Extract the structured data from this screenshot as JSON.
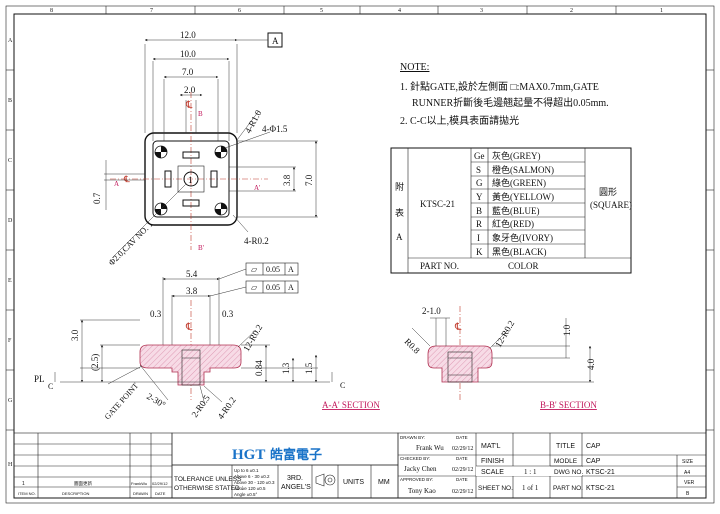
{
  "border": {
    "columns": [
      "1",
      "2",
      "3",
      "4",
      "5",
      "6",
      "7",
      "8"
    ],
    "rows": [
      "A",
      "B",
      "C",
      "D",
      "E",
      "F",
      "G",
      "H"
    ]
  },
  "notes": {
    "heading": "NOTE:",
    "line1": "1. 針點GATE,設於左側面 □:MAX0.7mm,GATE",
    "line2": "RUNNER折斷後毛邊翹起量不得超出0.05mm.",
    "line3": "2. C-C以上,模具表面請拋光"
  },
  "color_table": {
    "side_label": [
      "附",
      "表",
      "A"
    ],
    "model": "KTSC-21",
    "shape": [
      "圓形",
      "(SQUARE)"
    ],
    "rows": [
      {
        "code": "Ge",
        "color": "灰色(GREY)"
      },
      {
        "code": "S",
        "color": "橙色(SALMON)"
      },
      {
        "code": "G",
        "color": "綠色(GREEN)"
      },
      {
        "code": "Y",
        "color": "黃色(YELLOW)"
      },
      {
        "code": "B",
        "color": "藍色(BLUE)"
      },
      {
        "code": "R",
        "color": "紅色(RED)"
      },
      {
        "code": "I",
        "color": "象牙色(IVORY)"
      },
      {
        "code": "K",
        "color": "黑色(BLACK)"
      }
    ],
    "footer_part": "PART NO.",
    "footer_color": "COLOR"
  },
  "top_view": {
    "dim_12": "12.0",
    "dim_10": "10.0",
    "dim_7": "7.0",
    "dim_2": "2.0",
    "dim_right_7": "7.0",
    "dim_right_38": "3.8",
    "dim_left_07": "0.7",
    "datum": "A",
    "r10": "4-R1.0",
    "phi15": "4-Φ1.5",
    "r02": "4-R0.2",
    "cav": "Φ2.0,CAV NO. 1",
    "cav_number": "1",
    "section_a": "A",
    "section_a2": "A'",
    "section_b": "B",
    "section_b2": "B'",
    "center_mark": "℄"
  },
  "section_aa": {
    "flat1": "0.05",
    "flat1_datum": "A",
    "flat2": "0.05",
    "flat2_datum": "A",
    "dim_54": "5.4",
    "dim_38": "3.8",
    "dim_03a": "0.3",
    "dim_03b": "0.3",
    "dim_30": "3.0",
    "dim_25": "(2.5)",
    "dim_084": "0.84",
    "dim_13": "1.3",
    "dim_15": "1.5",
    "r02": "12-R0.2",
    "r05": "2-R0.5",
    "r02b": "4-R0.2",
    "angle": "2-30°",
    "gate": "GATE POINT",
    "pl": "PL",
    "c_left": "C",
    "c_right": "C",
    "title": "A-A' SECTION",
    "center_mark": "℄"
  },
  "section_bb": {
    "dim_10": "2-1.0",
    "r08": "R0.8",
    "r02": "12-R0.2",
    "dim_1": "1.0",
    "dim_4": "4.0",
    "title": "B-B' SECTION",
    "center_mark": "℄"
  },
  "title_block": {
    "tolerance_1": "TOLERANCE UNLESS",
    "tolerance_2": "OTHERWISE STATED :",
    "tol_rows": [
      "Up to 6 ±0.1",
      "Above 6 - 30 ±0.2",
      "Above 30 - 120 ±0.3",
      "Above 120 ±0.5",
      "Angle ±0.5°"
    ],
    "projection_1": "3RD.",
    "projection_2": "ANGEL'S",
    "units": "UNITS",
    "mm": "MM",
    "logo_latin": "HGT",
    "logo_cn": "皓富電子",
    "drawn_by_label": "DRAWN BY:",
    "drawn_by": "Frank Wu",
    "checked_by_label": "CHECKED BY:",
    "checked_by": "Jacky Chen",
    "approved_by_label": "APPROVED BY:",
    "approved_by": "Tony Kao",
    "date_label": "DATE",
    "date1": "02/29/12",
    "date2": "02/29/12",
    "date3": "02/29/12",
    "matl_label": "MAT'L",
    "finish_label": "FINISH",
    "scale_label": "SCALE",
    "scale": "1 : 1",
    "sheet_label": "SHEET NO.",
    "sheet": "1 of 1",
    "title_label": "TITLE",
    "title": "CAP",
    "model_label": "MODLE",
    "model": "CAP",
    "dwg_label": "DWG NO.",
    "dwg": "KTSC-21",
    "part_label": "PART NO.",
    "part": "KTSC-21",
    "size_label": "SIZE",
    "size": "A4",
    "ver_label": "VER",
    "ver": "B",
    "rev_item": "1",
    "rev_desc": "圖面更新",
    "rev_by": "FrankWu",
    "rev_date": "02/29/12",
    "item_label": "ITEM NO.",
    "desc_label": "DESCRIPTION",
    "drawn_label": "DRAWN",
    "date_col_label": "DATE"
  }
}
